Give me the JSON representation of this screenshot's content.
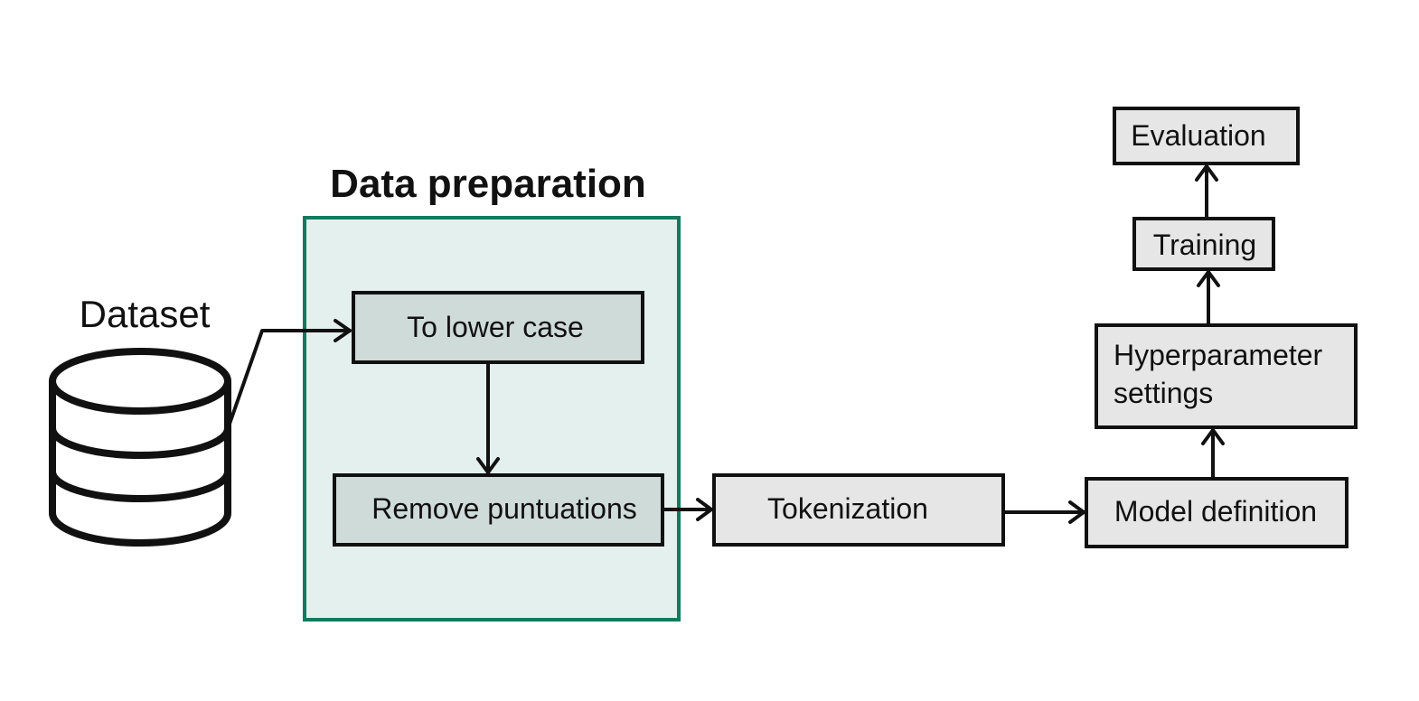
{
  "colors": {
    "group_border": "#127a5e",
    "group_fill": "#e4f0ed",
    "prep_box_fill": "#cfdbd8",
    "box_fill": "#e6e6e6",
    "stroke": "#111111"
  },
  "dataset": {
    "label": "Dataset",
    "icon": "database-icon"
  },
  "group": {
    "title": "Data preparation"
  },
  "nodes": {
    "lower_case": "To lower case",
    "remove_punct": "Remove puntuations",
    "tokenization": "Tokenization",
    "model_definition": "Model definition",
    "hyperparameter": [
      "Hyperparameter",
      "settings"
    ],
    "training": "Training",
    "evaluation": "Evaluation"
  }
}
